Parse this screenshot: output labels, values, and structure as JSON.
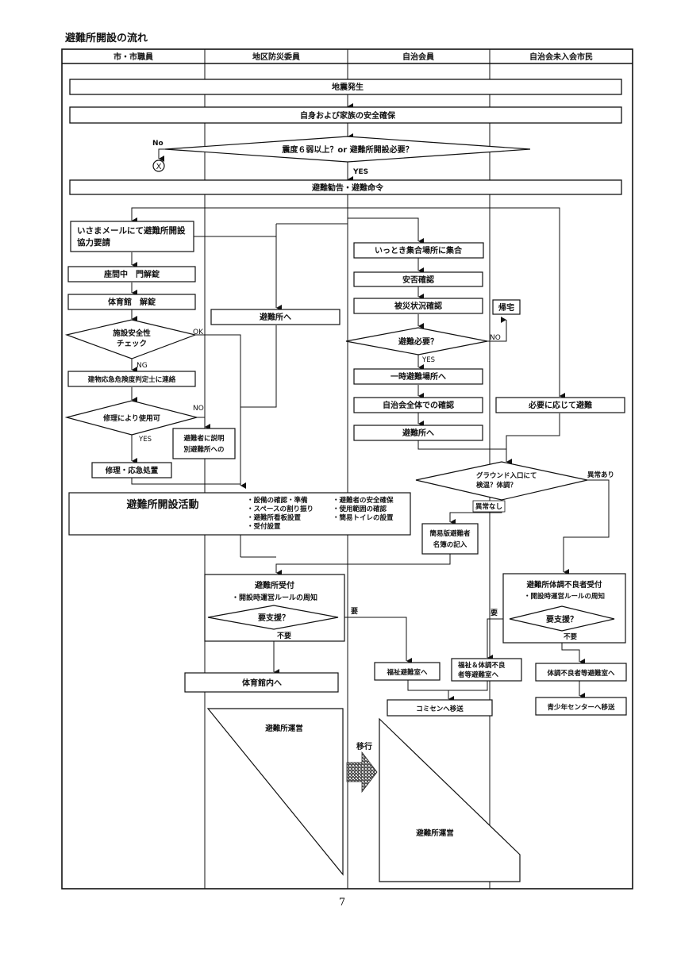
{
  "page_title": "避難所開設の流れ",
  "page_number": "7",
  "lanes": [
    "市・市職員",
    "地区防災委員",
    "自治会員",
    "自治会未入会市民"
  ],
  "nodes": {
    "earthquake": "地震発生",
    "self_safety": "自身および家族の安全確保",
    "decision_intensity": "震度６弱以上？or 避難所開設必要？",
    "label_no_top": "No",
    "terminator_x": "X",
    "label_yes_top": "YES",
    "evac_order": "避難勧告・避難命令",
    "isama_mail_1": "いさまメールにて避難所開設",
    "isama_mail_2": "協力要請",
    "unlock_gate": "座間中　門解錠",
    "unlock_gym": "体育館　解錠",
    "safety_check_1": "施設安全性",
    "safety_check_2": "チェック",
    "label_ok": "OK",
    "label_ng": "NG",
    "contact_inspector": "建物応急危険度判定士に連絡",
    "repair_decision": "修理により使用可",
    "label_no_repair": "NO",
    "label_yes_repair": "YES",
    "explain_1": "避難者に説明",
    "explain_2": "別避難所への",
    "repair_action": "修理・応急処置",
    "to_shelter_committee": "避難所へ",
    "gather": "いっとき集合場所に集合",
    "safety_confirm": "安否確認",
    "damage_check": "被災状況確認",
    "evac_needed": "避難必要？",
    "label_no_evac": "NO",
    "label_yes_evac": "YES",
    "go_home": "帰宅",
    "temp_evac": "一時避難場所へ",
    "assoc_confirm": "自治会全体での確認",
    "to_shelter_member": "避難所へ",
    "evac_as_needed": "必要に応じて避難",
    "ground_check_1": "グラウンド入口にて",
    "ground_check_2": "検温？体調？",
    "label_abnormal": "異常あり",
    "label_normal": "異常なし",
    "register_1": "簡易版避難者",
    "register_2": "名簿の記入",
    "opening_activity": "避難所開設活動",
    "activity_items_left": [
      "・設備の確認・準備",
      "・スペースの割り振り",
      "・避難所看板設置",
      "・受付設置"
    ],
    "activity_items_right": [
      "・避難者の安全確保",
      "・使用範囲の確認",
      "・簡易トイレの設置"
    ],
    "reception_title": "避難所受付",
    "reception_rule": "・開設時運営ルールの周知",
    "support_needed": "要支援？",
    "label_need": "要",
    "label_not_needed": "不要",
    "into_gym": "体育館内へ",
    "welfare_room": "福祉避難室へ",
    "welfare_sick_1": "福祉＆体調不良",
    "welfare_sick_2": "者等避難室へ",
    "transfer_comisen": "コミセンへ移送",
    "sick_reception_title": "避難所体調不良者受付",
    "sick_reception_rule": "・開設時運営ルールの周知",
    "sick_support_needed": "要支援？",
    "label_need_2": "要",
    "label_not_needed_2": "不要",
    "sick_room": "体調不良者等避難室へ",
    "transfer_youth": "青少年センターへ移送",
    "operation_left": "避難所運営",
    "transition": "移行",
    "operation_right": "避難所運営"
  }
}
